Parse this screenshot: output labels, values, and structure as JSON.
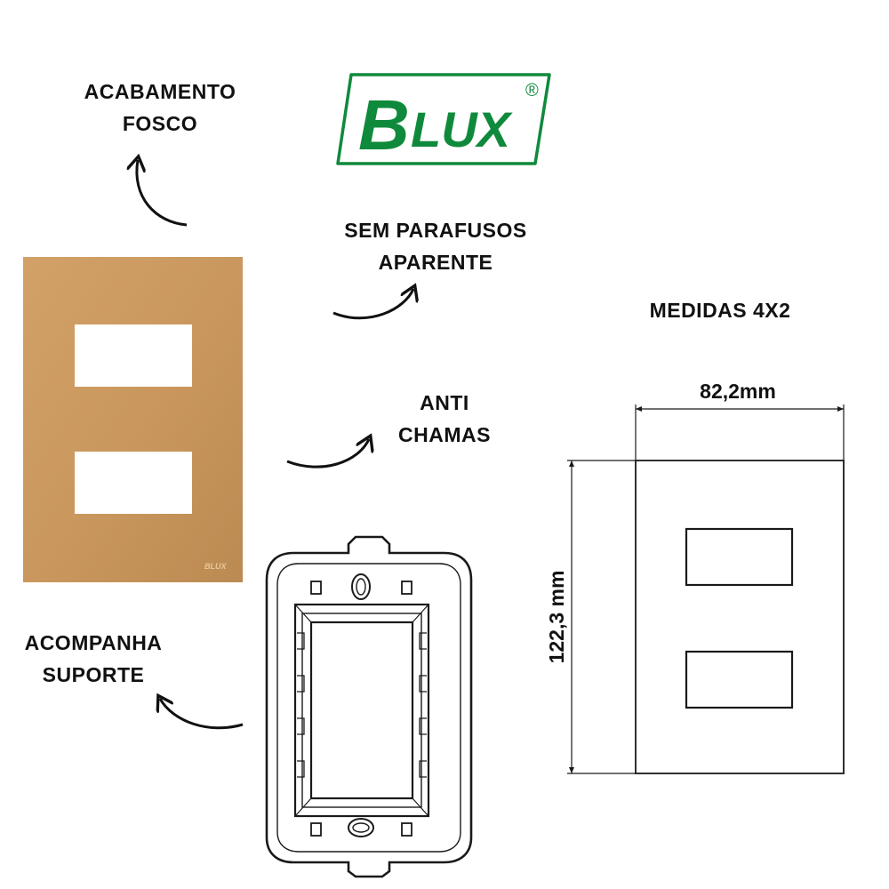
{
  "brand": {
    "logo_text_initial": "B",
    "logo_text": "LUX",
    "registered_mark": "®",
    "color": "#0f8a3c"
  },
  "plate": {
    "color": "#c9975d",
    "stamp_text": "BLUX"
  },
  "features": {
    "finish": {
      "line1": "ACABAMENTO",
      "line2": "FOSCO"
    },
    "screws": {
      "line1": "SEM PARAFUSOS",
      "line2": "APARENTE"
    },
    "flame": {
      "line1": "ANTI",
      "line2": "CHAMAS"
    },
    "support": {
      "line1": "ACOMPANHA",
      "line2": "SUPORTE"
    }
  },
  "dimensions": {
    "title": "MEDIDAS 4X2",
    "width": "82,2mm",
    "height": "122,3 mm"
  }
}
